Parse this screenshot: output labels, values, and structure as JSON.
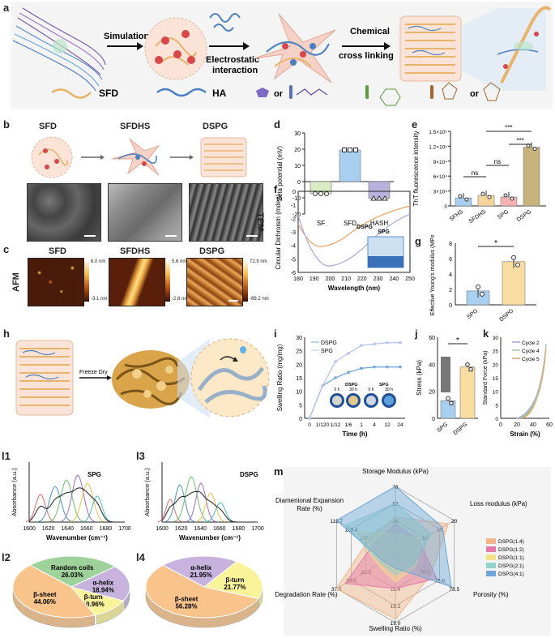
{
  "panel_a": {
    "letter": "a",
    "arrow1_label": "Simulation",
    "arrow2_label_line1": "Electrostatic",
    "arrow2_label_line2": "interaction",
    "arrow3_label_line1": "Chemical",
    "arrow3_label_line2": "cross linking",
    "legend_sfd": "SFD",
    "legend_ha": "HA",
    "legend_or1": "or",
    "legend_or2": "or",
    "colors": {
      "sfd": "#e8b46a",
      "ha": "#4a7fc1",
      "red": "#d9474a",
      "bg": "#f5f5f5"
    }
  },
  "panel_b": {
    "letter": "b",
    "labels": [
      "SFD",
      "SFDHS",
      "DSPG"
    ],
    "row_label": "TEM"
  },
  "panel_c": {
    "letter": "c",
    "labels": [
      "SFD",
      "SFDHS",
      "DSPG"
    ],
    "row_label": "AFM",
    "scales": [
      {
        "top": "6.0 nm",
        "bottom": "-3.1 nm"
      },
      {
        "top": "5.6 nm",
        "bottom": "-2.8 nm"
      },
      {
        "top": "72.9 nm",
        "bottom": "-88.2 nm"
      }
    ]
  },
  "panel_d": {
    "letter": "d",
    "chart_data": {
      "type": "bar",
      "ylabel": "Zeta potential (mV)",
      "categories": [
        "SF",
        "SFD",
        "HASH"
      ],
      "values": [
        -7.5,
        19.5,
        -10.5
      ],
      "ylim": [
        -20,
        30
      ],
      "yticks": [
        "30",
        "20",
        "10",
        "0",
        "-10",
        "-20"
      ],
      "colors": [
        "#d9ecc4",
        "#a9cff0",
        "#b8b2dd"
      ]
    }
  },
  "panel_e": {
    "letter": "e",
    "chart_data": {
      "type": "bar",
      "ylabel": "ThT fluorescence intensity",
      "categories": [
        "SFHS",
        "SFDHS",
        "SPG",
        "DSPG"
      ],
      "values": [
        16000,
        21000,
        18000,
        118000
      ],
      "ylim": [
        0,
        150000
      ],
      "yticks": [
        "1.5×10⁵",
        "1.2×10⁵",
        "9×10⁴",
        "6×10⁴",
        "3×10⁴",
        "0"
      ],
      "colors": [
        "#a9cff0",
        "#f3d59a",
        "#f4b3b3",
        "#c6b37c"
      ],
      "significance": [
        "ns",
        "ns",
        "***",
        "***"
      ]
    }
  },
  "panel_f": {
    "letter": "f",
    "chart_data": {
      "type": "line",
      "ylabel": "Circular Dichroism (mdeg)",
      "xlabel": "Wavelength (nm)",
      "xticks": [
        "180",
        "190",
        "200",
        "210",
        "220",
        "230",
        "240",
        "250"
      ],
      "yticks": [
        "0",
        "-1",
        "-2",
        "-3",
        "-4",
        "-5",
        "-6"
      ],
      "series": [
        {
          "name": "DSPG"
        },
        {
          "name": "SPG"
        }
      ],
      "inset_label": "SPG"
    }
  },
  "panel_g": {
    "letter": "g",
    "chart_data": {
      "type": "bar",
      "ylabel": "Effective Young's modulus (MPa)",
      "categories": [
        "SPG",
        "DSPG"
      ],
      "values": [
        1.8,
        5.6
      ],
      "ylim": [
        0,
        8
      ],
      "yticks": [
        "8",
        "6",
        "4",
        "2",
        "0"
      ],
      "colors": [
        "#a9cff0",
        "#f8dca0"
      ],
      "significance": "*"
    }
  },
  "panel_h": {
    "letter": "h",
    "arrow_label": "Freeze Dry"
  },
  "panel_i": {
    "letter": "i",
    "chart_data": {
      "type": "line",
      "ylabel": "Swelling Ratio (mg/mg)",
      "xlabel": "Time (h)",
      "xticks": [
        "0",
        "1/120",
        "1/12",
        "1/6",
        "1",
        "4",
        "12",
        "24"
      ],
      "yticks": [
        "30",
        "25",
        "20",
        "15",
        "10",
        "5",
        "0"
      ],
      "ylim": [
        0,
        30
      ],
      "series": [
        {
          "name": "DSPG",
          "values": [
            0,
            12,
            15,
            17,
            18.5,
            19,
            19,
            19
          ]
        },
        {
          "name": "SPG",
          "values": [
            0,
            12,
            21,
            24,
            27,
            27.5,
            28,
            28
          ]
        }
      ],
      "inset_labels": [
        "DSPG",
        "SPG",
        "0 h",
        "30 h",
        "0 h",
        "30 h"
      ]
    }
  },
  "panel_j": {
    "letter": "j",
    "chart_data": {
      "type": "bar",
      "ylabel": "Stress (kPa)",
      "categories": [
        "SPG",
        "DSPG"
      ],
      "values": [
        13,
        38
      ],
      "ylim": [
        0,
        60
      ],
      "yticks": [
        "60",
        "40",
        "20",
        "0"
      ],
      "colors": [
        "#a9cff0",
        "#f8dca0"
      ],
      "significance": "*"
    }
  },
  "panel_k": {
    "letter": "k",
    "chart_data": {
      "type": "line",
      "ylabel": "Standard Force (kPa)",
      "xlabel": "Strain (%)",
      "xticks": [
        "0",
        "20",
        "40",
        "60"
      ],
      "yticks": [
        "30",
        "25",
        "20",
        "15",
        "10",
        "5",
        "0"
      ],
      "series": [
        {
          "name": "Cycle 2",
          "color": "#9ea6e0"
        },
        {
          "name": "Cycle 4",
          "color": "#9ccf9a"
        },
        {
          "name": "Cycle 5",
          "color": "#e2a76a"
        }
      ]
    }
  },
  "panel_l1": {
    "letter": "l1",
    "label": "SPG",
    "chart_data": {
      "type": "line",
      "ylabel": "Absorbance (a.u.)",
      "xlabel": "Wavenumber (cm⁻¹)",
      "xticks": [
        "1600",
        "1620",
        "1640",
        "1660",
        "1680",
        "1700"
      ]
    }
  },
  "panel_l3": {
    "letter": "l3",
    "label": "DSPG",
    "chart_data": {
      "type": "line",
      "ylabel": "Absorbance (a.u.)",
      "xlabel": "Wavenumber (cm⁻¹)",
      "xticks": [
        "1600",
        "1620",
        "1640",
        "1660",
        "1680",
        "1700"
      ]
    }
  },
  "panel_l2": {
    "letter": "l2",
    "chart_data": {
      "type": "pie",
      "slices": [
        {
          "label": "Random coils",
          "value": "26.03%",
          "pct": 26.03,
          "color": "#9fd19a"
        },
        {
          "label": "α-helix",
          "value": "18.94%",
          "pct": 18.94,
          "color": "#c7b3dd"
        },
        {
          "label": "β-turn",
          "value": "10.96%",
          "pct": 10.96,
          "color": "#fbf39a"
        },
        {
          "label": "β-sheet",
          "value": "44.06%",
          "pct": 44.06,
          "color": "#f8c48c"
        }
      ]
    }
  },
  "panel_l4": {
    "letter": "l4",
    "chart_data": {
      "type": "pie",
      "slices": [
        {
          "label": "α-helix",
          "value": "21.95%",
          "pct": 21.95,
          "color": "#c7b3dd"
        },
        {
          "label": "β-turn",
          "value": "21.77%",
          "pct": 21.77,
          "color": "#fbf39a"
        },
        {
          "label": "β-sheet",
          "value": "56.28%",
          "pct": 56.28,
          "color": "#f8c48c"
        }
      ]
    }
  },
  "panel_m": {
    "letter": "m",
    "chart_data": {
      "type": "radar",
      "axes": [
        {
          "label": "Storage Modulus (kPa)",
          "ticks": [
            "76",
            "57",
            "38"
          ]
        },
        {
          "label": "Loss modulus (kPa)",
          "ticks": [
            "20",
            "15",
            "10"
          ]
        },
        {
          "label": "Porosity (%)",
          "ticks": [
            "73.5",
            "72.0",
            "70.5"
          ]
        },
        {
          "label": "Swelling Ratio (%)",
          "ticks": [
            "19.0",
            "15.2",
            "11.4"
          ]
        },
        {
          "label": "Degradation Rate (%)",
          "ticks": [
            "37.5",
            "30.0",
            "22.5"
          ]
        },
        {
          "label": "Diamenional Expansion Rate (%)",
          "ticks": [
            "119.7",
            "113.4",
            "107.1"
          ]
        }
      ],
      "series": [
        {
          "name": "DSPG(1:4)",
          "color": "#f2b58a"
        },
        {
          "name": "DSPG(1:2)",
          "color": "#e57aa8"
        },
        {
          "name": "DSPG(1:1)",
          "color": "#f5e08a"
        },
        {
          "name": "DSPG(2:1)",
          "color": "#8fd3c9"
        },
        {
          "name": "DSPG(4:1)",
          "color": "#6fa8d8"
        }
      ]
    }
  }
}
